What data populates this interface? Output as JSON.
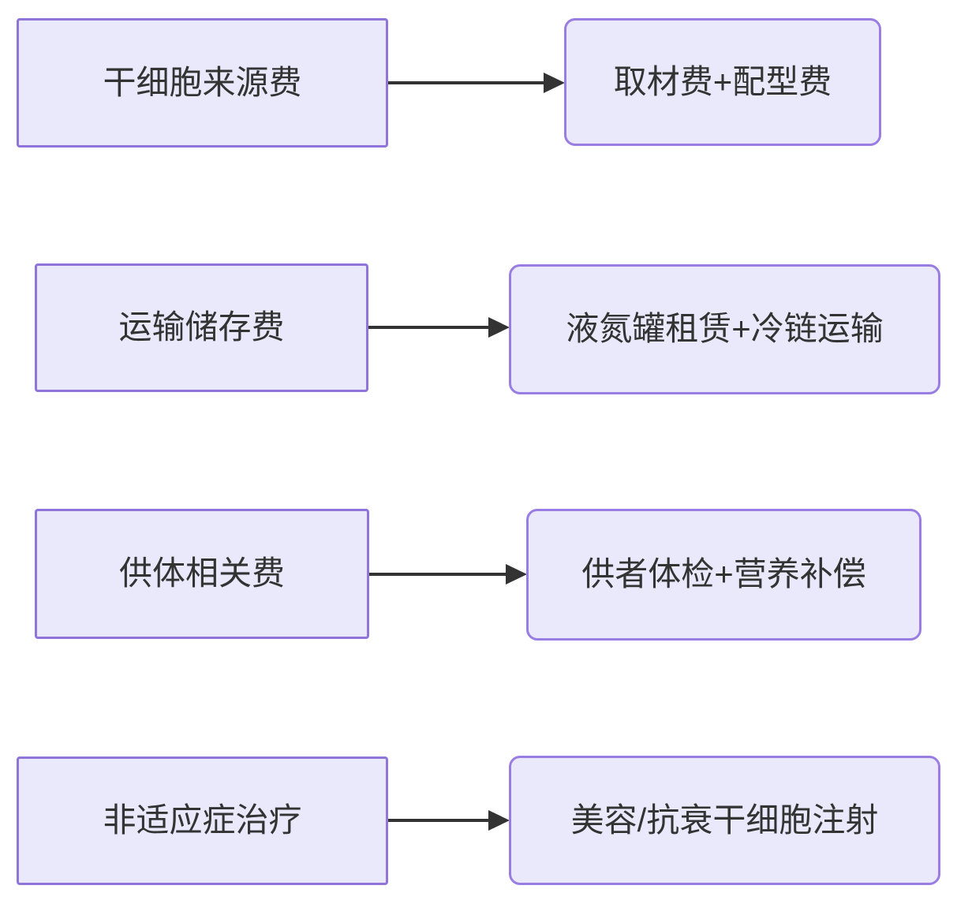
{
  "diagram": {
    "type": "flow-mapping",
    "colors": {
      "background": "#ffffff",
      "box_fill": "#e9e9fb",
      "source_box_border": "#8f74da",
      "target_box_border": "#9a7de2",
      "arrow": "#333333",
      "text": "#333333"
    },
    "rows": [
      {
        "source": "干细胞来源费",
        "target": "取材费+配型费"
      },
      {
        "source": "运输储存费",
        "target": "液氮罐租赁+冷链运输"
      },
      {
        "source": "供体相关费",
        "target": "供者体检+营养补偿"
      },
      {
        "source": "非适应症治疗",
        "target": "美容/抗衰干细胞注射"
      }
    ]
  }
}
